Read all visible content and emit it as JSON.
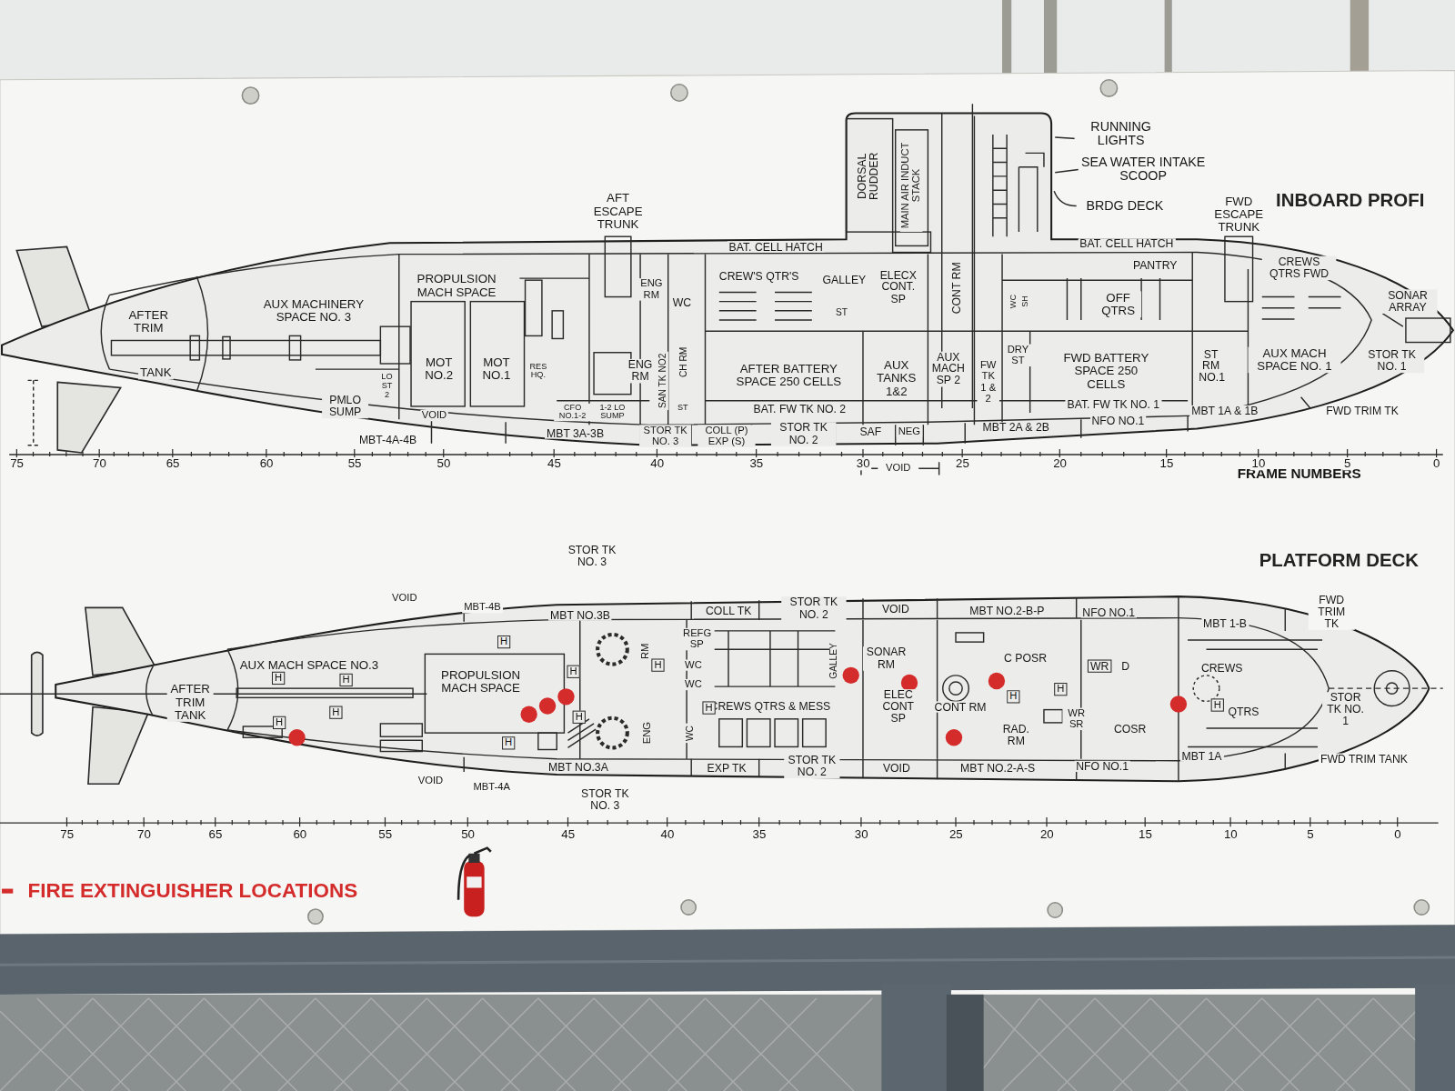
{
  "diagram": {
    "nodes": [
      {
        "text": [
          "INBOARD PROFI"
        ]
      },
      {
        "text": [
          "PLATFORM DECK"
        ]
      }
    ],
    "labels": [
      "RUNNING LIGHTS",
      "SEA WATER INTAKE SCOOP",
      "BRDG DECK",
      "DORSAL RUDDER",
      "MAIN AIR INDUCT STACK",
      "AFT ESCAPE TRUNK",
      "BAT. CELL HATCH",
      "BAT. CELL HATCH",
      "FWD ESCAPE TRUNK",
      "PANTRY",
      "CREWS QTRS FWD",
      "SONAR ARRAY",
      "STOR TK NO. 1",
      "FWD TRIM TK",
      "AFTER TRIM",
      "TANK",
      "AUX MACHINERY SPACE NO. 3",
      "PROPULSION MACH SPACE",
      "MOT NO.2",
      "MOT NO.1",
      "ENG RM",
      "WC",
      "ENG RM",
      "RES HQ.",
      "LO ST 2",
      "PMLO SUMP",
      "VOID",
      "CFO NO.1-2",
      "1-2 LO SUMP",
      "SAN TK NO2",
      "CH RM",
      "ST",
      "CREW'S QTR'S",
      "GALLEY",
      "ST",
      "ELECX CONT. SP",
      "AFTER BATTERY SPACE 250 CELLS",
      "BAT. FW TK NO. 2",
      "AUX TANKS 1&2",
      "AUX MACH SP 2",
      "CONT RM",
      "FW TK 1 & 2",
      "WC",
      "SH",
      "DRY ST",
      "OFF QTRS",
      "FWD BATTERY SPACE 250 CELLS",
      "BAT. FW TK NO. 1",
      "ST RM NO.1",
      "AUX MACH SPACE NO. 1",
      "MBT-4A-4B",
      "MBT 3A-3B",
      "STOR TK NO. 3",
      "COLL (P) EXP (S)",
      "STOR TK NO. 2",
      "SAF",
      "NEG",
      "MBT 2A & 2B",
      "NFO NO.1",
      "MBT 1A & 1B",
      "VOID",
      "FRAME NUMBERS",
      "75",
      "70",
      "65",
      "60",
      "55",
      "50",
      "45",
      "40",
      "35",
      "30",
      "25",
      "20",
      "15",
      "10",
      "5",
      "0",
      "STOR TK NO. 3",
      "VOID",
      "MBT-4B",
      "MBT NO.3B",
      "COLL TK",
      "STOR TK NO. 2",
      "VOID",
      "MBT NO.2-B-P",
      "NFO NO.1",
      "MBT 1-B",
      "FWD TRIM TK",
      "AFTER TRIM TANK",
      "AUX MACH SPACE NO.3",
      "PROPULSION MACH SPACE",
      "RM",
      "ENG",
      "REFG SP",
      "WC",
      "WC",
      "WC",
      "CREWS QTRS & MESS",
      "GALLEY",
      "SONAR RM",
      "ELEC CONT SP",
      "CONT RM",
      "C POSR",
      "WR",
      "D",
      "RAD. RM",
      "WR SR",
      "COSR",
      "CREWS",
      "QTRS",
      "STOR TK NO. 1",
      "VOID",
      "MBT-4A",
      "MBT NO.3A",
      "EXP TK",
      "STOR TK NO. 2",
      "VOID",
      "MBT NO.2-A-S",
      "NFO NO.1",
      "MBT 1A",
      "FWD TRIM TANK",
      "STOR TK NO. 3",
      "75",
      "70",
      "65",
      "60",
      "55",
      "50",
      "45",
      "40",
      "35",
      "30",
      "25",
      "20",
      "15",
      "10",
      "5",
      "0",
      "H",
      "H",
      "H",
      "H",
      "H",
      "H",
      "H",
      "H",
      "H",
      "H",
      "H",
      "H",
      "H"
    ],
    "legend": [
      {
        "text": "FIRE EXTINGUISHER LOCATIONS",
        "color": "#d42b2b"
      }
    ]
  }
}
